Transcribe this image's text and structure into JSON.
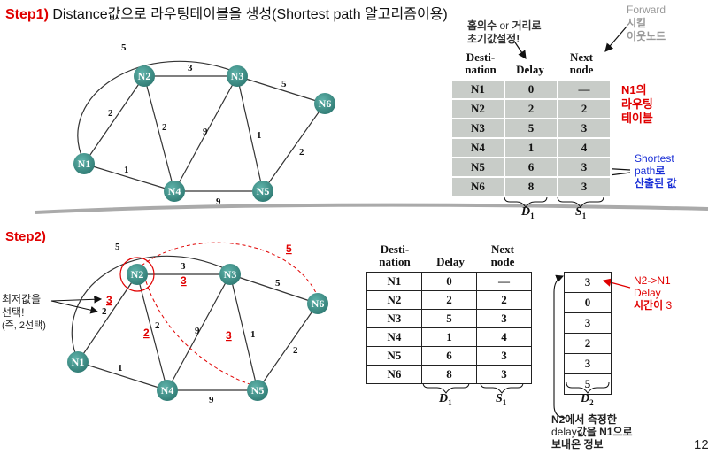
{
  "step1": {
    "label": "Step1)",
    "text": "Distance값으로 라우팅테이블을 생성(Shortest path 알고리즘이용)"
  },
  "step2": {
    "label": "Step2)"
  },
  "forward_note": [
    "Forward",
    "시킬",
    "이웃노드"
  ],
  "hop_note": {
    "line1_a": "홉의수",
    "line1_or": " or ",
    "line1_b": "거리로",
    "line2": "초기값설정!"
  },
  "graph": {
    "nodes": [
      "N1",
      "N2",
      "N3",
      "N4",
      "N5",
      "N6"
    ],
    "edge_labels": [
      "5",
      "3",
      "5",
      "2",
      "2",
      "9",
      "1",
      "2",
      "1",
      "9"
    ]
  },
  "step2_graph_extra": {
    "n1_n2": "3",
    "n2_n3": "3",
    "n2_n4": "2",
    "n2_n5": "3",
    "n2_n6": "5"
  },
  "table1": {
    "headers": {
      "dest_1": "Desti-",
      "dest_2": "nation",
      "delay": "Delay",
      "next_1": "Next",
      "next_2": "node"
    },
    "rows": [
      {
        "dest": "N1",
        "delay": "0",
        "next": "—"
      },
      {
        "dest": "N2",
        "delay": "2",
        "next": "2"
      },
      {
        "dest": "N3",
        "delay": "5",
        "next": "3"
      },
      {
        "dest": "N4",
        "delay": "1",
        "next": "4"
      },
      {
        "dest": "N5",
        "delay": "6",
        "next": "3"
      },
      {
        "dest": "N6",
        "delay": "8",
        "next": "3"
      }
    ],
    "footer": {
      "d": "D",
      "d_sub": "1",
      "s": "S",
      "s_sub": "1"
    }
  },
  "n1_table_note": [
    "N1의",
    "라우팅",
    "테이블"
  ],
  "shortest_note": {
    "l1": "Shortest",
    "l2a": "path",
    "l2b": "로",
    "l3": "산출된 값"
  },
  "table2": {
    "headers": {
      "dest_1": "Desti-",
      "dest_2": "nation",
      "delay": "Delay",
      "next_1": "Next",
      "next_2": "node"
    },
    "rows": [
      {
        "dest": "N1",
        "delay": "0",
        "next": "—"
      },
      {
        "dest": "N2",
        "delay": "2",
        "next": "2"
      },
      {
        "dest": "N3",
        "delay": "5",
        "next": "3"
      },
      {
        "dest": "N4",
        "delay": "1",
        "next": "4"
      },
      {
        "dest": "N5",
        "delay": "6",
        "next": "3"
      },
      {
        "dest": "N6",
        "delay": "8",
        "next": "3"
      }
    ],
    "footer": {
      "d": "D",
      "d_sub": "1",
      "s": "S",
      "s_sub": "1"
    }
  },
  "d2": {
    "values": [
      "3",
      "0",
      "3",
      "2",
      "3",
      "5"
    ],
    "footer": "D",
    "footer_sub": "2"
  },
  "n2_n1_note": {
    "l1": "N2->N1",
    "l2": "Delay",
    "l3a": "시간이",
    "l3b": " 3"
  },
  "min_note": [
    "최저값을",
    "선택!",
    "(즉, 2선택)"
  ],
  "bottom_note": {
    "l1": "N2에서 측정한",
    "l2a": "delay",
    "l2b": "값을 N1으로",
    "l3": "보내온 정보"
  },
  "page_number": "12",
  "colors": {
    "accent": "#e00000",
    "node": "#3f8f88",
    "blue": "#1a2fd6",
    "table1_cell": "#c8ccc8"
  }
}
